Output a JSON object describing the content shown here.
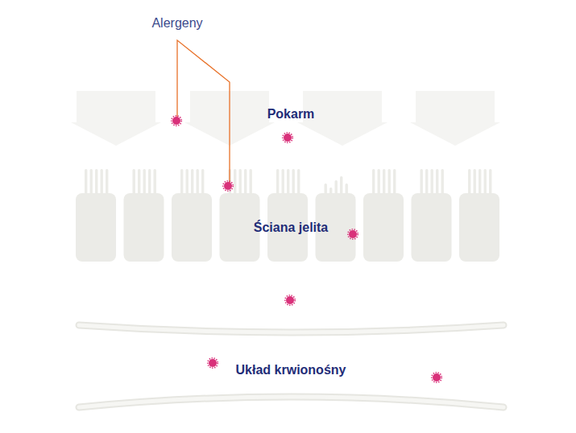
{
  "diagram": {
    "labels": [
      "Alergeny",
      "Pokarm",
      "Ściana jelita",
      "Układ krwionośny"
    ]
  }
}
